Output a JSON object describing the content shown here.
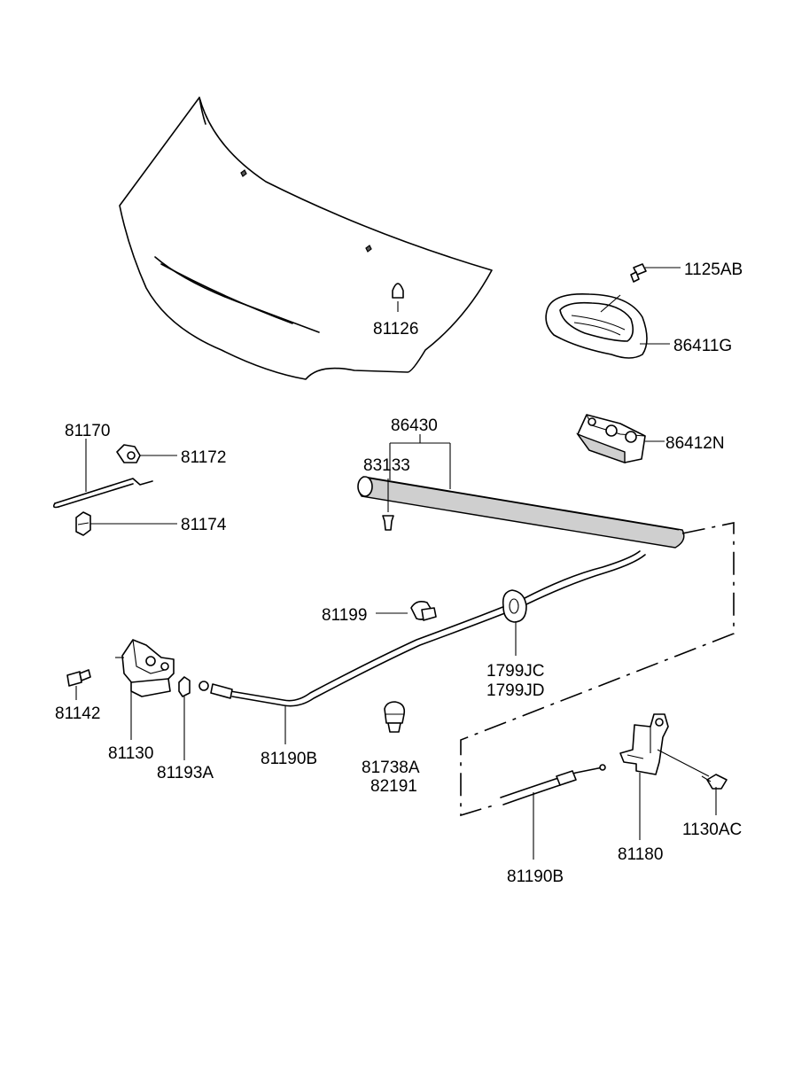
{
  "diagram": {
    "labels": {
      "p81126": "81126",
      "p1125AB": "1125AB",
      "p86411G": "86411G",
      "p86430": "86430",
      "p83133": "83133",
      "p86412N": "86412N",
      "p81170": "81170",
      "p81172": "81172",
      "p81174": "81174",
      "p81199": "81199",
      "p1799JC": "1799JC",
      "p1799JD": "1799JD",
      "p81142": "81142",
      "p81130": "81130",
      "p81193A": "81193A",
      "p81190B_a": "81190B",
      "p81738A": "81738A",
      "p82191": "82191",
      "p81180": "81180",
      "p1130AC": "1130AC",
      "p81190B_b": "81190B"
    }
  }
}
